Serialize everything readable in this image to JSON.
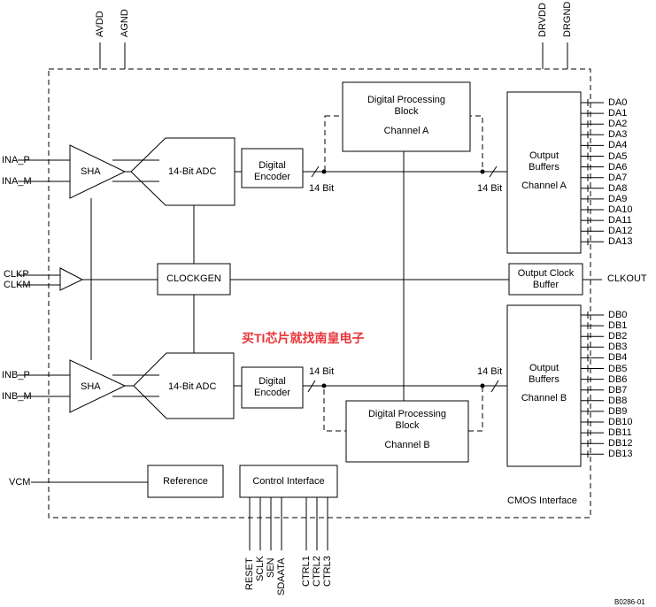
{
  "top_pins": {
    "avdd": "AVDD",
    "agnd": "AGND",
    "drvdd": "DRVDD",
    "drgnd": "DRGND"
  },
  "inputs": {
    "ina_p": "INA_P",
    "ina_m": "INA_M",
    "clkp": "CLKP",
    "clkm": "CLKM",
    "inb_p": "INB_P",
    "inb_m": "INB_M",
    "vcm": "VCM"
  },
  "blocks": {
    "sha": "SHA",
    "adc": "14-Bit ADC",
    "encoder_line1": "Digital",
    "encoder_line2": "Encoder",
    "dpb_line1": "Digital Processing",
    "dpb_line2": "Block",
    "channel_a": "Channel A",
    "channel_b": "Channel B",
    "clockgen": "CLOCKGEN",
    "ob_line1": "Output",
    "ob_line2": "Buffers",
    "ocb_line1": "Output Clock",
    "ocb_line2": "Buffer",
    "reference": "Reference",
    "control": "Control Interface"
  },
  "bus_label": "14 Bit",
  "clkout": "CLKOUT",
  "da_pins": [
    "DA0",
    "DA1",
    "DA2",
    "DA3",
    "DA4",
    "DA5",
    "DA6",
    "DA7",
    "DA8",
    "DA9",
    "DA10",
    "DA11",
    "DA12",
    "DA13"
  ],
  "db_pins": [
    "DB0",
    "DB1",
    "DB2",
    "DB3",
    "DB4",
    "DB5",
    "DB6",
    "DB7",
    "DB8",
    "DB9",
    "DB10",
    "DB11",
    "DB12",
    "DB13"
  ],
  "ctrl_pins": [
    "RESET",
    "SCLK",
    "SEN",
    "SDAATA",
    "CTRL1",
    "CTRL2",
    "CTRL3"
  ],
  "cmos": "CMOS Interface",
  "watermark": "买TI芯片就找南皇电子",
  "figure_id": "B0286-01",
  "colors": {
    "watermark": "#e8353a",
    "line": "#000000"
  }
}
